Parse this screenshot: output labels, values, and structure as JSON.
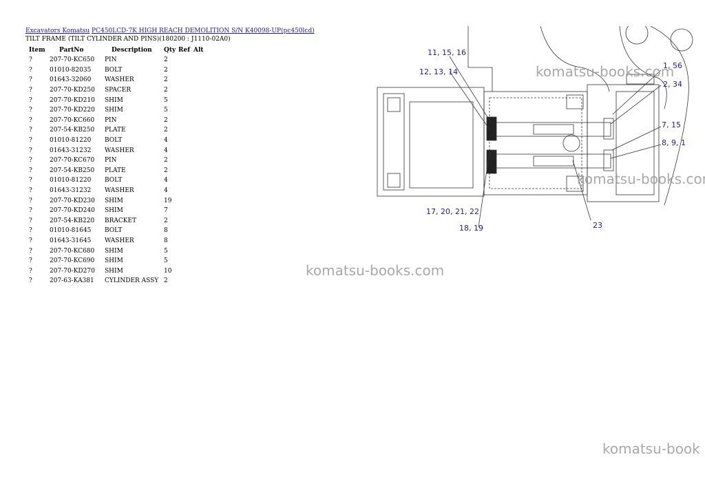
{
  "breadcrumb": {
    "category": "Excavators Komatsu",
    "model": "PC450LCD-7K HIGH REACH DEMOLITION S/N K40098-UP(pc450lcd)"
  },
  "subtitle": "TILT FRAME (TILT CYLINDER AND PINS)(180200 : J1110-02A0)",
  "table": {
    "headers": [
      "Item",
      "PartNo",
      "Description",
      "Qty",
      "Ref",
      "Alt"
    ],
    "rows": [
      {
        "item": "?",
        "part": "207-70-KC650",
        "desc": "PIN",
        "qty": "2"
      },
      {
        "item": "?",
        "part": "01010-82035",
        "desc": "BOLT",
        "qty": "2"
      },
      {
        "item": "?",
        "part": "01643-32060",
        "desc": "WASHER",
        "qty": "2"
      },
      {
        "item": "?",
        "part": "207-70-KD250",
        "desc": "SPACER",
        "qty": "2"
      },
      {
        "item": "?",
        "part": "207-70-KD210",
        "desc": "SHIM",
        "qty": "5"
      },
      {
        "item": "?",
        "part": "207-70-KD220",
        "desc": "SHIM",
        "qty": "5"
      },
      {
        "item": "?",
        "part": "207-70-KC660",
        "desc": "PIN",
        "qty": "2"
      },
      {
        "item": "?",
        "part": "207-54-KB250",
        "desc": "PLATE",
        "qty": "2"
      },
      {
        "item": "?",
        "part": "01010-81220",
        "desc": "BOLT",
        "qty": "4"
      },
      {
        "item": "?",
        "part": "01643-31232",
        "desc": "WASHER",
        "qty": "4"
      },
      {
        "item": "?",
        "part": "207-70-KC670",
        "desc": "PIN",
        "qty": "2"
      },
      {
        "item": "?",
        "part": "207-54-KB250",
        "desc": "PLATE",
        "qty": "2"
      },
      {
        "item": "?",
        "part": "01010-81220",
        "desc": "BOLT",
        "qty": "4"
      },
      {
        "item": "?",
        "part": "01643-31232",
        "desc": "WASHER",
        "qty": "4"
      },
      {
        "item": "?",
        "part": "207-70-KD230",
        "desc": "SHIM",
        "qty": "19"
      },
      {
        "item": "?",
        "part": "207-70-KD240",
        "desc": "SHIM",
        "qty": "7"
      },
      {
        "item": "?",
        "part": "207-54-KB220",
        "desc": "BRACKET",
        "qty": "2"
      },
      {
        "item": "?",
        "part": "01010-81645",
        "desc": "BOLT",
        "qty": "8"
      },
      {
        "item": "?",
        "part": "01643-31645",
        "desc": "WASHER",
        "qty": "8"
      },
      {
        "item": "?",
        "part": "207-70-KC680",
        "desc": "SHIM",
        "qty": "5"
      },
      {
        "item": "?",
        "part": "207-70-KC690",
        "desc": "SHIM",
        "qty": "5"
      },
      {
        "item": "?",
        "part": "207-70-KD270",
        "desc": "SHIM",
        "qty": "10"
      },
      {
        "item": "?",
        "part": "207-63-KA381",
        "desc": "CYLINDER ASSY",
        "qty": "2"
      }
    ]
  },
  "diagram": {
    "callouts": {
      "c1": "11, 15, 16",
      "c2": "12, 13, 14",
      "c3": "1, 56",
      "c4": "2, 34",
      "c5": "7, 15",
      "c6": "8, 9, 1",
      "c7": "17, 20, 21, 22",
      "c8": "18, 19",
      "c9": "23"
    }
  },
  "watermark": {
    "text": "komatsu-books.com",
    "text_cut": "komatsu-book"
  },
  "colors": {
    "link": "#1a1aa8",
    "callout": "#1a1aa8",
    "watermark": "#9a9a9a"
  }
}
